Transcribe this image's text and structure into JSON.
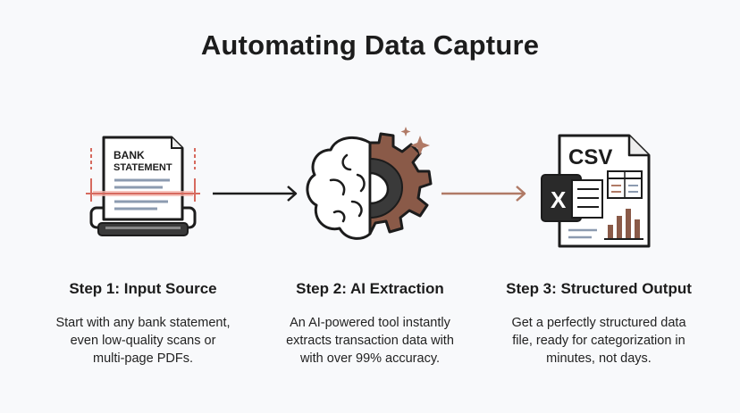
{
  "title": "Automating Data Capture",
  "steps": [
    {
      "heading": "Step 1: Input Source",
      "desc": [
        "Start with any bank statement,",
        "even low-quality scans or",
        "multi-page PDFs."
      ],
      "icon": "scanner-document-icon",
      "doc_label": [
        "BANK",
        "STATEMENT"
      ]
    },
    {
      "heading": "Step 2: AI Extraction",
      "desc": [
        "An AI-powered tool instantly",
        "extracts transaction data with",
        "with over 99% accuracy."
      ],
      "icon": "brain-gear-icon"
    },
    {
      "heading": "Step 3: Structured Output",
      "desc": [
        "Get a perfectly structured data",
        "file, ready for categorization in",
        "minutes, not days."
      ],
      "icon": "csv-spreadsheet-icon",
      "file_label": "CSV",
      "excel_letter": "X"
    }
  ],
  "colors": {
    "accent": "#b07a66",
    "outline": "#1c1c1c",
    "scan_line": "#e58c84",
    "text": "#1c1c1c"
  }
}
